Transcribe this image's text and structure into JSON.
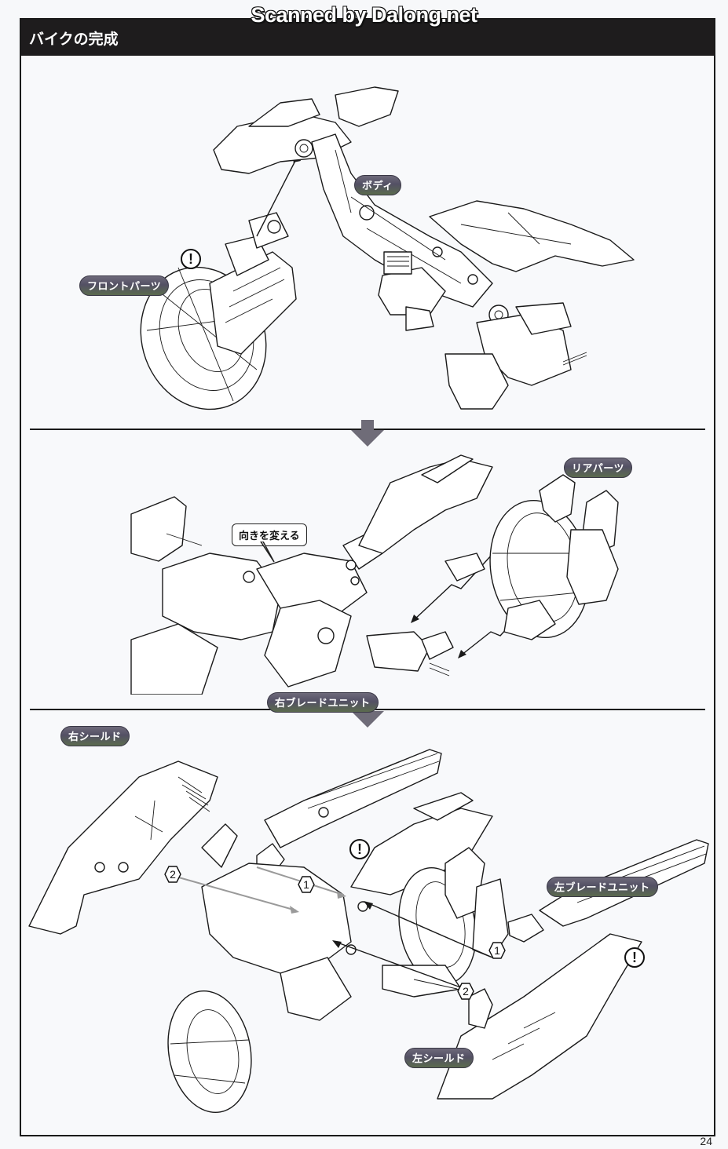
{
  "watermark": "Scanned by Dalong.net",
  "header": {
    "title": "バイクの完成"
  },
  "panels": [
    {
      "id": "step-1",
      "labels": {
        "body": "ボディ",
        "front_parts": "フロントパーツ"
      },
      "warning_marks": 1
    },
    {
      "id": "step-2",
      "labels": {
        "rear_parts": "リアパーツ"
      },
      "callout": "向きを変える"
    },
    {
      "id": "step-3",
      "labels": {
        "right_shield": "右シールド",
        "right_blade_unit": "右ブレードユニット",
        "left_blade_unit": "左ブレードユニット",
        "left_shield": "左シールド"
      },
      "step_markers": [
        "1",
        "2",
        "1",
        "2"
      ],
      "warning_marks": 2
    }
  ],
  "icons": {
    "warning": "!",
    "down_arrow": "down-arrow-icon"
  },
  "colors": {
    "header_bg": "#1e1c1d",
    "label_pill": "#535064",
    "arrow_gray": "#6f6c78"
  },
  "page_number": "24"
}
